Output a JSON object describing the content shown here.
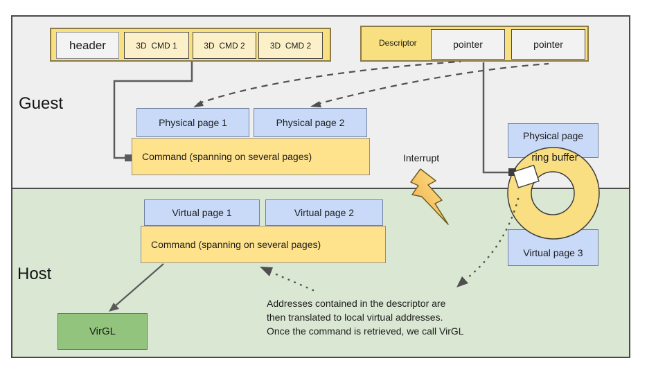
{
  "colors": {
    "guest_bg": "#EFEFEF",
    "host_bg": "#DAE8D3",
    "frame_border": "#4a4a4a",
    "container_yellow": "#F8DF80",
    "command_yellow": "#FFE28C",
    "page_blue": "#C9DAF8",
    "virgl_green": "#93C47D",
    "ring_yellow": "#F9DF82",
    "bolt_yellow": "#F7CB4D",
    "line_gray": "#5a5a5a"
  },
  "guest": {
    "label": "Guest",
    "cmd_buffer": {
      "header": "header",
      "cmds": [
        "3D  CMD 1",
        "3D  CMD 2",
        "3D  CMD 2"
      ]
    },
    "descriptor": {
      "label": "Descriptor",
      "pointers": [
        "pointer",
        "pointer"
      ]
    },
    "physical_pages": [
      "Physical page 1",
      "Physical page 2"
    ],
    "command": "Command (spanning on several pages)",
    "ring": {
      "physical_page": "Physical page",
      "label": "ring buffer"
    }
  },
  "host": {
    "label": "Host",
    "virtual_pages": [
      "Virtual page 1",
      "Virtual page 2"
    ],
    "command": "Command (spanning on several pages)",
    "virtual_page_3": "Virtual page 3",
    "virgl": "VirGL",
    "annotation": "Addresses contained in the descriptor are\nthen translated to local virtual addresses.\nOnce the command is retrieved, we call VirGL"
  },
  "interrupt_label": "Interrupt"
}
